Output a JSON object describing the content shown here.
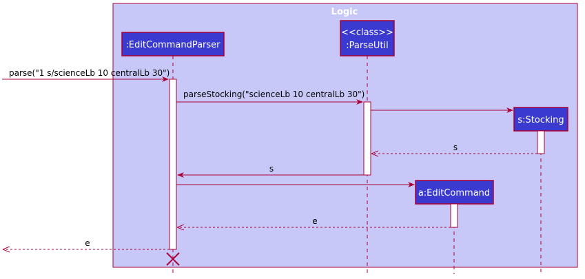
{
  "package": {
    "title": "Logic"
  },
  "participants": {
    "parser": {
      "label": ":EditCommandParser"
    },
    "parseutil": {
      "stereotype": "<<class>>",
      "label": ":ParseUtil"
    },
    "stocking": {
      "label": "s:Stocking"
    },
    "editcommand": {
      "label": "a:EditCommand"
    }
  },
  "messages": {
    "parse_call": "parse(\"1 s/scienceLb 10 centralLb 30\")",
    "parse_stocking_call": "parseStocking(\"scienceLb 10 centralLb 30\")",
    "stocking_return": "s",
    "parseutil_return": "s",
    "editcommand_return": "e",
    "parse_return": "e"
  },
  "colors": {
    "package_fill": "#c8c8f8",
    "participant_fill": "#3a3ad0",
    "border": "#a80036",
    "activation_fill": "#ffffff"
  }
}
